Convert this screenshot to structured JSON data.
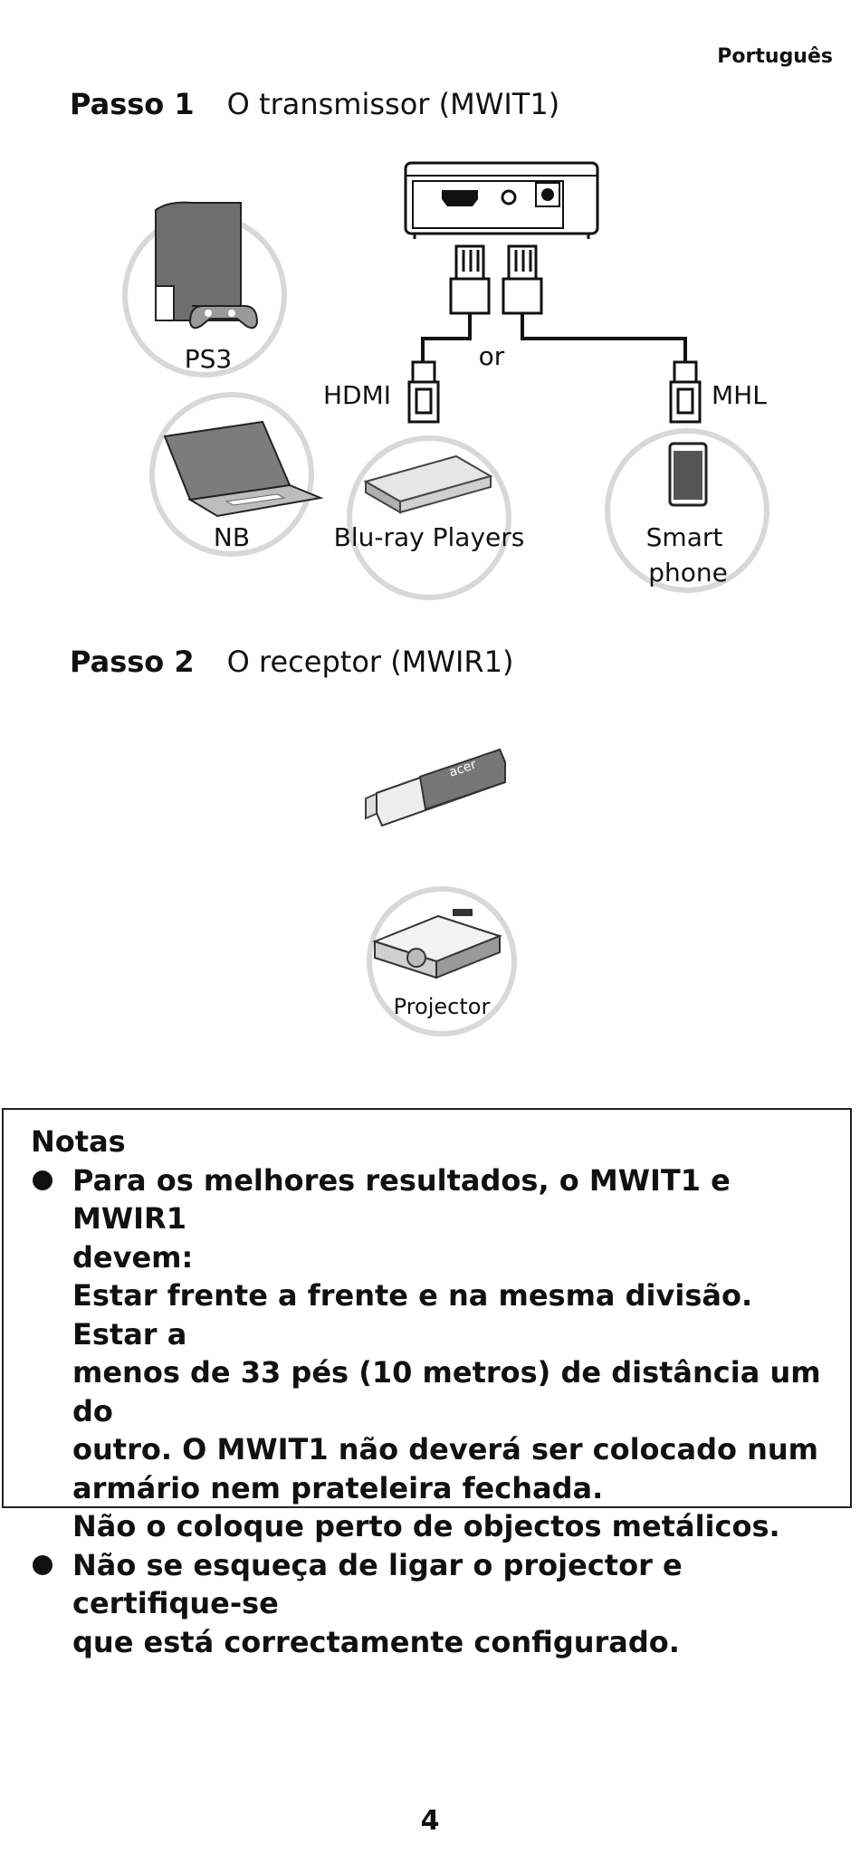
{
  "header": {
    "language": "Português"
  },
  "step1": {
    "label": "Passo 1",
    "title": "O transmissor (MWIT1)"
  },
  "step2": {
    "label": "Passo 2",
    "title": "O receptor (MWIR1)"
  },
  "diagram1": {
    "devices": {
      "ps3": "PS3",
      "nb": "NB",
      "bluray": "Blu-ray Players",
      "smartphone_line1": "Smart",
      "smartphone_line2": "phone"
    },
    "connectors": {
      "or": "or",
      "hdmi": "HDMI",
      "mhl": "MHL"
    }
  },
  "diagram2": {
    "dongle_brand": "acer",
    "projector": "Projector"
  },
  "notes": {
    "title": "Notas",
    "bullet1": {
      "line1": "Para os melhores resultados, o MWIT1 e MWIR1",
      "line2": "devem:",
      "line3": "Estar frente a frente e na mesma divisão. Estar a",
      "line4": "menos de 33 pés (10 metros) de distância um do",
      "line5": "outro. O MWIT1 não deverá ser colocado num",
      "line6": "armário nem prateleira fechada.",
      "line7": "Não o coloque perto de objectos metálicos."
    },
    "bullet2": {
      "line1": "Não se esqueça de ligar o projector e certifique-se",
      "line2": "que está correctamente configurado."
    }
  },
  "footer": {
    "page_number": "4"
  }
}
